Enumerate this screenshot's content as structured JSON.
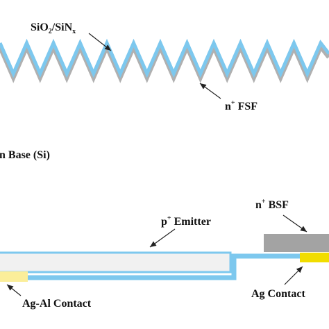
{
  "labels": {
    "coating": {
      "base": "SiO",
      "sub1": "2",
      "mid": "/SiN",
      "sub2": "x"
    },
    "fsf": {
      "base": "n",
      "sup": "+",
      "rest": " FSF"
    },
    "base_region": "n Base (Si)",
    "emitter": {
      "base": "p",
      "sup": "+",
      "rest": " Emitter"
    },
    "bsf": {
      "base": "n",
      "sup": "+",
      "rest": " BSF"
    },
    "ag_al_contact": "Ag-Al Contact",
    "ag_contact": "Ag Contact"
  },
  "colors": {
    "coating": "#7dc8ee",
    "fsf_layer": "#b0b0b0",
    "emitter_fill": "#f1f1f1",
    "emitter_border": "#7dc8ee",
    "bsf_fill": "#a3a3a3",
    "ag_al_contact": "#fbee9a",
    "ag_contact": "#f1dd00",
    "arrow": "#222222",
    "text": "#111111"
  }
}
